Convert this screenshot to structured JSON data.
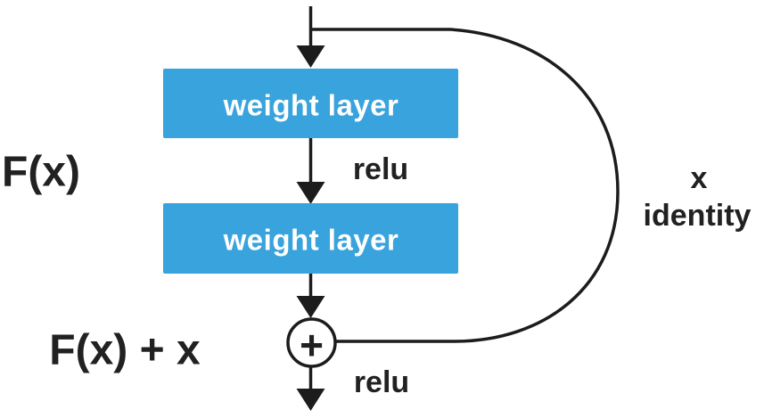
{
  "colors": {
    "background": "#ffffff",
    "box_fill": "#38a3dc",
    "box_text": "#ffffff",
    "line": "#1c1c1c",
    "label_text": "#212121"
  },
  "diagram": {
    "weight_layer_1": "weight layer",
    "weight_layer_2": "weight layer",
    "relu_mid": "relu",
    "relu_bottom": "relu",
    "input_function_label": "F(x)",
    "output_function_label": "F(x) + x",
    "skip_label_line1": "x",
    "skip_label_line2": "identity",
    "add_symbol": "+"
  }
}
